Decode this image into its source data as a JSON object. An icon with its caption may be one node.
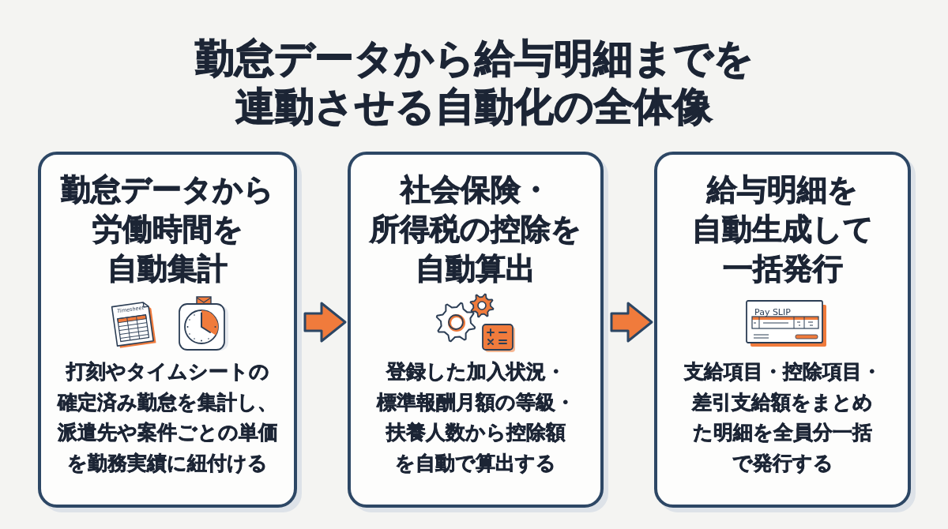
{
  "diagram": {
    "title": "勤怠データから給与明細までを連動させる自動化の全体像",
    "nodes": [
      {
        "text": [
          "勤怠データから労働時間を自動集計",
          "打刻やタイムシートの確定済み勤怠を集計し、派遣先や案件ごとの単価を勤務実績に紐付ける"
        ]
      },
      {
        "text": [
          "社会保険・所得税の控除を自動算出",
          "登録した加入状況・標準報酬月額の等級・扶養人数から控除額を自動で算出する"
        ]
      },
      {
        "text": [
          "給与明細を自動生成して一括発行",
          "支給項目・控除項目・差引支給額をまとめた明細を全員分一括で発行する"
        ]
      }
    ],
    "edges": [
      {
        "from": 0,
        "to": 1,
        "arrow": "to"
      },
      {
        "from": 1,
        "to": 2,
        "arrow": "to"
      }
    ],
    "labels": [
      "Timesheet",
      "Pay SLIP"
    ]
  }
}
